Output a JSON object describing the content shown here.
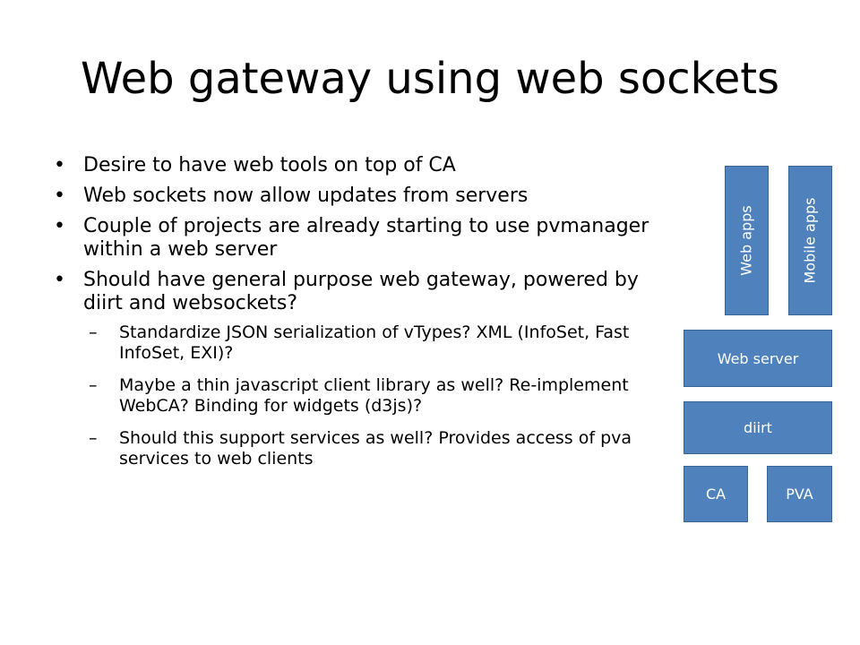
{
  "slide": {
    "title": "Web gateway using web sockets"
  },
  "bullets": [
    {
      "mark": "•",
      "text": "Desire to have web tools on top of CA"
    },
    {
      "mark": "•",
      "text": "Web sockets now allow updates from servers"
    },
    {
      "mark": "•",
      "text": "Couple of projects are already starting to use pvmanager within a web server"
    },
    {
      "mark": "•",
      "text": "Should have general purpose web gateway, powered by diirt and websockets?"
    }
  ],
  "subbullets": [
    {
      "mark": "–",
      "text": "Standardize JSON serialization of vTypes? XML (InfoSet, Fast InfoSet, EXI)?"
    },
    {
      "mark": "–",
      "text": "Maybe a thin javascript client library as well? Re-implement WebCA? Binding for widgets (d3js)?"
    },
    {
      "mark": "–",
      "text": "Should this support services as well? Provides access of pva services to web clients"
    }
  ],
  "diagram": {
    "web_apps": "Web apps",
    "mobile_apps": "Mobile apps",
    "web_server": "Web server",
    "diirt": "diirt",
    "ca": "CA",
    "pva": "PVA",
    "box_color": "#4f81bd"
  }
}
